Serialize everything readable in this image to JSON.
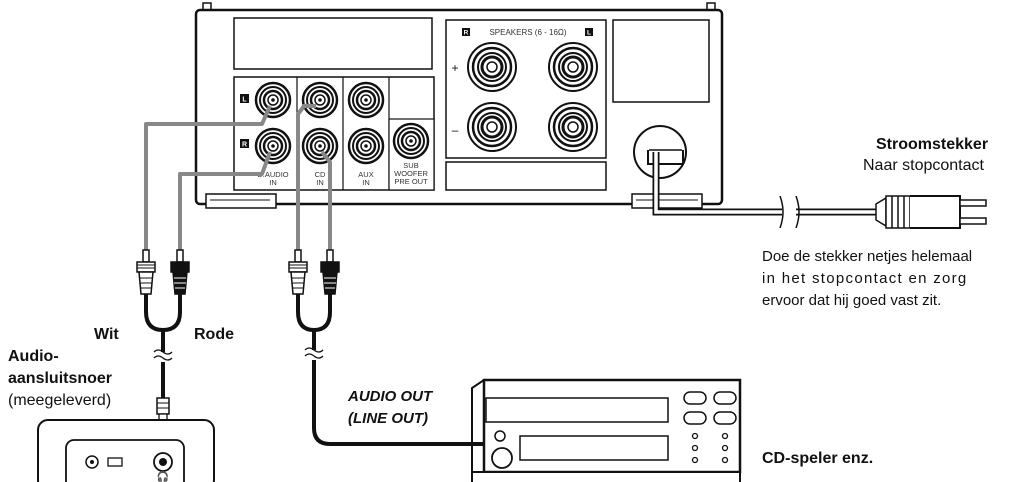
{
  "panel": {
    "speakers_title": "SPEAKERS (6 - 16Ω)",
    "speaker_right_mark": "R",
    "speaker_left_mark": "L",
    "plus": "+",
    "minus": "–",
    "left_mark": "L",
    "right_mark": "R",
    "daudio_line1": "D.AUDIO",
    "daudio_line2": "IN",
    "cd_line1": "CD",
    "cd_line2": "IN",
    "aux_line1": "AUX",
    "aux_line2": "IN",
    "sub_line1": "SUB",
    "sub_line2": "WOOFER",
    "sub_line3": "PRE OUT"
  },
  "labels": {
    "wit": "Wit",
    "rode": "Rode",
    "audio_cable_line1": "Audio-",
    "audio_cable_line2": "aansluitsnoer",
    "audio_cable_note": "(meegeleverd)",
    "audio_out_line1": "AUDIO OUT",
    "audio_out_line2": "(LINE OUT)",
    "power_title": "Stroomstekker",
    "power_sub": "Naar stopcontact",
    "power_note_line1": "Doe de stekker netjes helemaal",
    "power_note_line2": "in het stopcontact en zorg",
    "power_note_line3": "ervoor dat hij goed vast zit.",
    "cd_player": "CD-speler enz."
  }
}
